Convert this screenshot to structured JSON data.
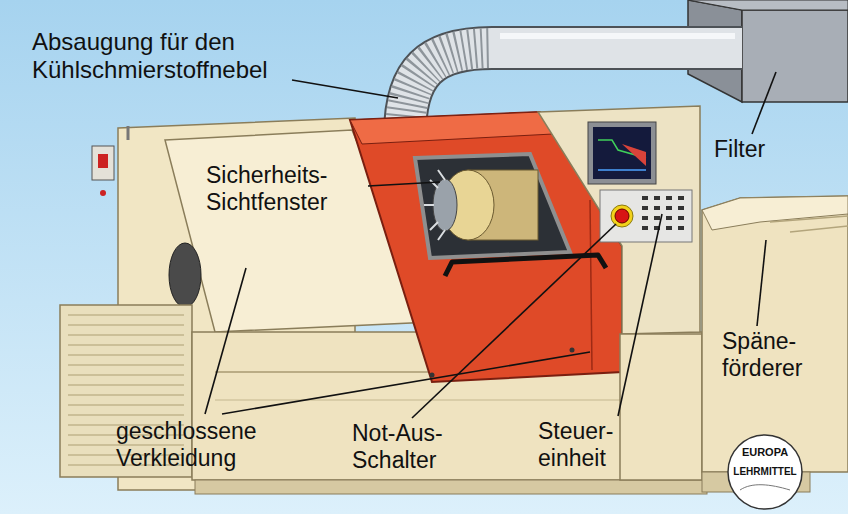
{
  "diagram": {
    "labels": [
      "Absaugung für den Kühlschmierstoffnebel",
      "Filter",
      "Sicherheits- Sichtfenster",
      "Späne- förderer",
      "geschlossene Verkleidung",
      "Not-Aus- Schalter",
      "Steuer- einheit",
      "EUROPA",
      "LEHRMITTEL"
    ]
  }
}
